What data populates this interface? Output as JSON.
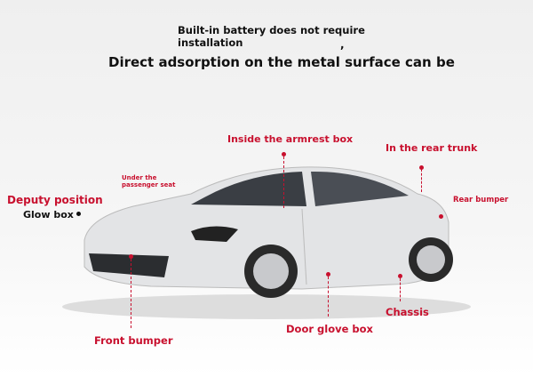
{
  "heading": {
    "line1": "Built-in battery does not require",
    "line2": "installation",
    "comma": ",",
    "line3": "Direct adsorption on the metal surface can be"
  },
  "labels": {
    "armrest": "Inside the armrest box",
    "rear_trunk": "In the rear trunk",
    "under_seat": "Under the passenger seat",
    "rear_bumper": "Rear bumper",
    "deputy": "Deputy position",
    "glow_box": "Glow box",
    "chassis": "Chassis",
    "door_glove": "Door glove box",
    "front_bumper": "Front bumper"
  },
  "colors": {
    "accent": "#c8102e"
  }
}
